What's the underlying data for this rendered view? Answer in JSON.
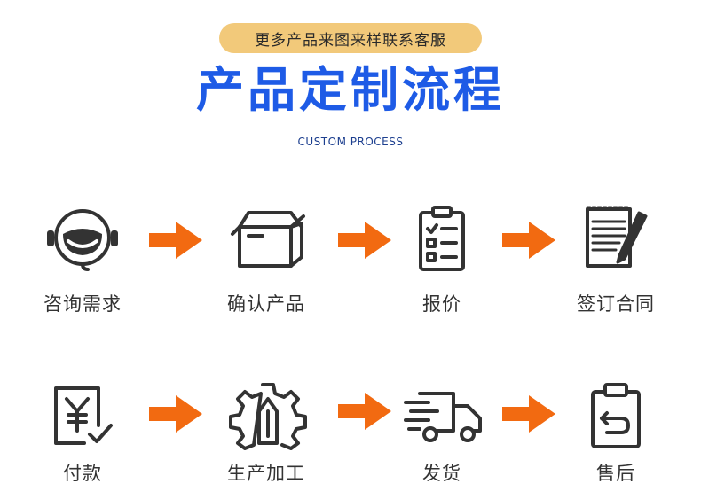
{
  "header": {
    "banner": "更多产品来图来样联系客服",
    "title": "产品定制流程",
    "subtitle": "CUSTOM PROCESS"
  },
  "steps_row1": [
    {
      "label": "咨询需求",
      "icon": "headset-icon"
    },
    {
      "label": "确认产品",
      "icon": "box-icon"
    },
    {
      "label": "报价",
      "icon": "clipboard-checklist-icon"
    },
    {
      "label": "签订合同",
      "icon": "contract-pen-icon"
    }
  ],
  "steps_row2": [
    {
      "label": "付款",
      "icon": "yen-payment-icon"
    },
    {
      "label": "生产加工",
      "icon": "gear-icon"
    },
    {
      "label": "发货",
      "icon": "delivery-truck-icon"
    },
    {
      "label": "售后",
      "icon": "return-clipboard-icon"
    }
  ],
  "colors": {
    "title": "#1e5be6",
    "arrow": "#f26a11",
    "banner": "#f2c97a",
    "icon": "#333333"
  }
}
